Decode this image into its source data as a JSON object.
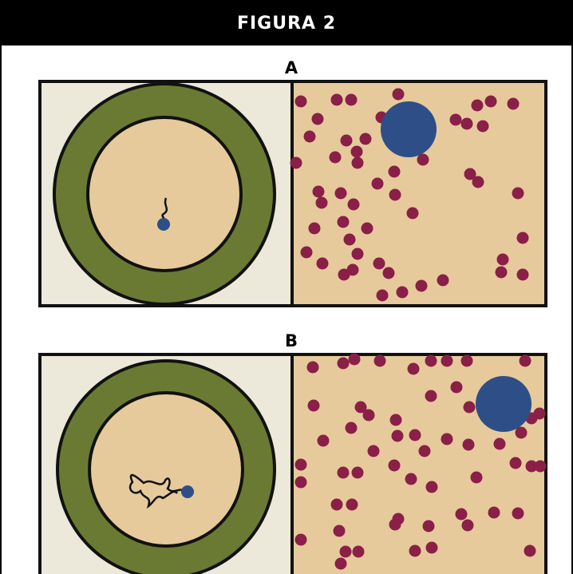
{
  "figure_title": "FIGURA 2",
  "panels": [
    {
      "label": "A"
    },
    {
      "label": "B"
    }
  ],
  "colors": {
    "ring": "#6b7a32",
    "arena": "#e6ca9c",
    "background": "#ece8da",
    "platform": "#2e4e88",
    "dots": "#8a1f48"
  }
}
